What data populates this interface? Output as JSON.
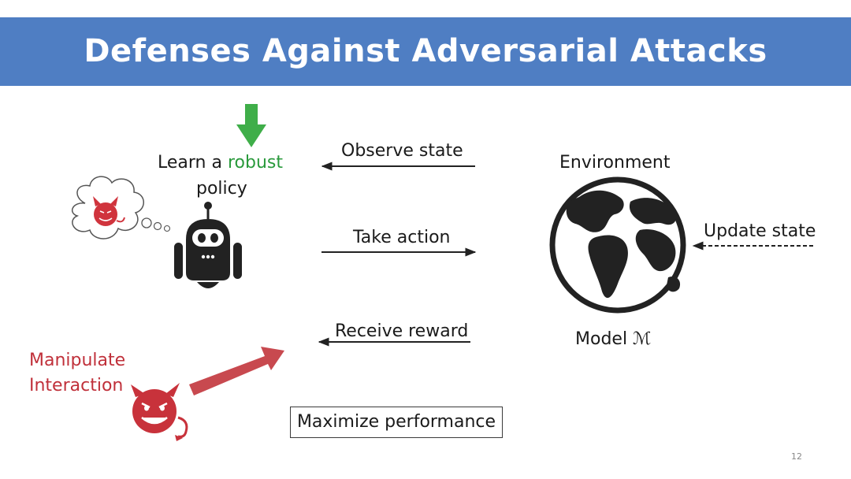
{
  "slide": {
    "title": "Defenses Against Adversarial Attacks",
    "page_number": "12"
  },
  "agent": {
    "label_prefix": "Learn a ",
    "label_emphasis": "robust",
    "label_suffix": "policy"
  },
  "environment": {
    "label": "Environment",
    "model_label": "Model ℳ"
  },
  "arrows": {
    "observe_state": "Observe state",
    "take_action": "Take action",
    "receive_reward": "Receive reward",
    "update_state": "Update state"
  },
  "adversary": {
    "line1": "Manipulate",
    "line2": "Interaction"
  },
  "objective": "Maximize performance",
  "colors": {
    "banner": "#4f7ec3",
    "robust": "#2a9a3c",
    "adversary": "#c0303a",
    "down_arrow": "#3fae49"
  }
}
